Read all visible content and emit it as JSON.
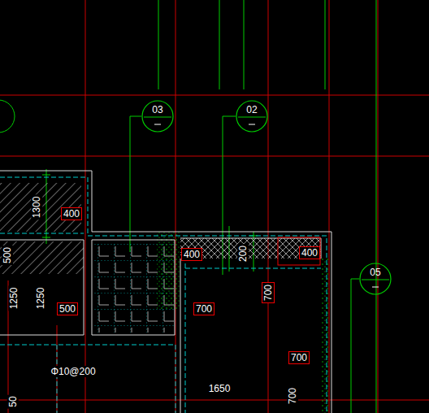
{
  "diagram": {
    "nodes": [
      {
        "text": [
          "03"
        ]
      },
      {
        "text": [
          "02"
        ]
      },
      {
        "text": [
          "05"
        ]
      }
    ],
    "labels": [
      "1300",
      "400",
      "500",
      "400",
      "200",
      "400",
      "1250",
      "1250",
      "500",
      "700",
      "700",
      "700",
      "Φ10@200",
      "1650",
      "700",
      "50"
    ]
  }
}
